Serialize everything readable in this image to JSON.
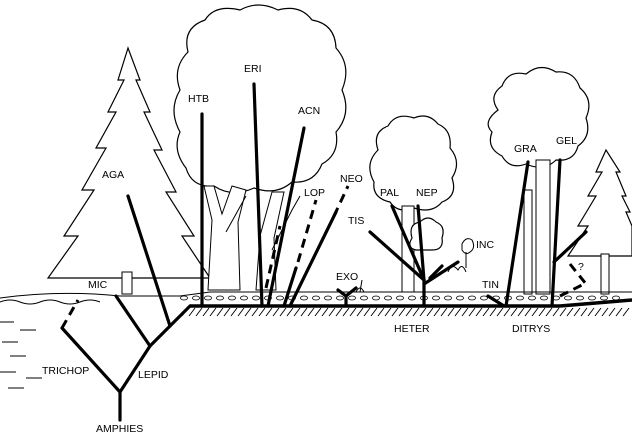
{
  "labels": {
    "amphies": "AMPHIES",
    "lepid": "LEPID",
    "trichop": "TRICHOP",
    "mic": "MIC",
    "aga": "AGA",
    "htb": "HTB",
    "eri": "ERI",
    "acn": "ACN",
    "lop": "LOP",
    "neo": "NEO",
    "exo": "EXO",
    "tis": "TIS",
    "pal": "PAL",
    "nep": "NEP",
    "inc": "INC",
    "tin": "TIN",
    "heter": "HETER",
    "ditrys": "DITRYS",
    "gra": "GRA",
    "gel": "GEL",
    "question": "?"
  }
}
